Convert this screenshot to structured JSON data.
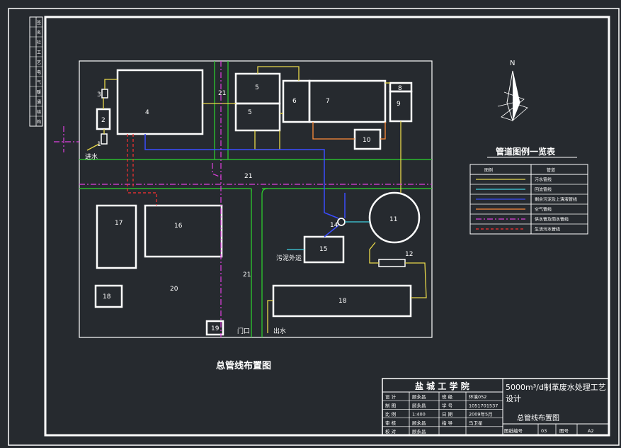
{
  "drawing": {
    "title_under_plan": "总管线布置图",
    "north_label": "N",
    "gate_label": "门口",
    "inlet_label": "进水",
    "outlet_label": "出水",
    "sludge_label": "污泥外运",
    "road_label": "21"
  },
  "units": [
    {
      "id": "1",
      "label": "1"
    },
    {
      "id": "2",
      "label": "2"
    },
    {
      "id": "3",
      "label": "3"
    },
    {
      "id": "4",
      "label": "4"
    },
    {
      "id": "5a",
      "label": "5"
    },
    {
      "id": "5b",
      "label": "5"
    },
    {
      "id": "6",
      "label": "6"
    },
    {
      "id": "7",
      "label": "7"
    },
    {
      "id": "8",
      "label": "8"
    },
    {
      "id": "9",
      "label": "9"
    },
    {
      "id": "10",
      "label": "10"
    },
    {
      "id": "11",
      "label": "11"
    },
    {
      "id": "12",
      "label": "12"
    },
    {
      "id": "14",
      "label": "14"
    },
    {
      "id": "15",
      "label": "15"
    },
    {
      "id": "16",
      "label": "16"
    },
    {
      "id": "17",
      "label": "17"
    },
    {
      "id": "18a",
      "label": "18"
    },
    {
      "id": "18b",
      "label": "18"
    },
    {
      "id": "19",
      "label": "19"
    },
    {
      "id": "20",
      "label": "20"
    }
  ],
  "legend": {
    "title": "管道图例一览表",
    "col_symbol": "图例",
    "col_name": "管道",
    "rows": [
      {
        "name": "污水管线",
        "color": "#e8d84a"
      },
      {
        "name": "回流管线",
        "color": "#3fd0e0"
      },
      {
        "name": "剩余污泥及上清液管线",
        "color": "#3a4cff"
      },
      {
        "name": "空气管线",
        "color": "#ff8c3a"
      },
      {
        "name": "供水管及雨水管线",
        "color": "#e040e0"
      },
      {
        "name": "生活污水管线",
        "color": "#ff3030"
      }
    ]
  },
  "side_strip": [
    "签",
    "名",
    "栏",
    "工",
    "艺",
    "电",
    "气",
    "暖",
    "通",
    "结",
    "构"
  ],
  "title_block": {
    "school": "盐 城 工 学 院",
    "project_title": "5000m³/d制革废水处理工艺设计",
    "drawing_name": "总管线布置图",
    "rows": [
      {
        "k1": "设 计",
        "v1": "顾永昌",
        "k2": "班 级",
        "v2": "环境052"
      },
      {
        "k1": "制 图",
        "v1": "顾永昌",
        "k2": "学 号",
        "v2": "1051701537"
      },
      {
        "k1": "比 例",
        "v1": "1:400",
        "k2": "日 期",
        "v2": "2009年5月"
      },
      {
        "k1": "审 核",
        "v1": "顾永昌",
        "k2": "指 导",
        "v2": "马卫星"
      },
      {
        "k1": "校 对",
        "v1": "顾永昌",
        "k2": "",
        "v2": ""
      }
    ],
    "bottom_cells": [
      "图纸编号",
      "03",
      "图号",
      "A2"
    ]
  },
  "colors": {
    "background": "#262a2f",
    "frame": "#ffffff",
    "road": "#2ed82e",
    "sewage": "#e8d84a",
    "return": "#3fd0e0",
    "sludge": "#3a4cff",
    "air": "#ff8c3a",
    "water": "#e040e0",
    "domestic": "#ff3030"
  }
}
